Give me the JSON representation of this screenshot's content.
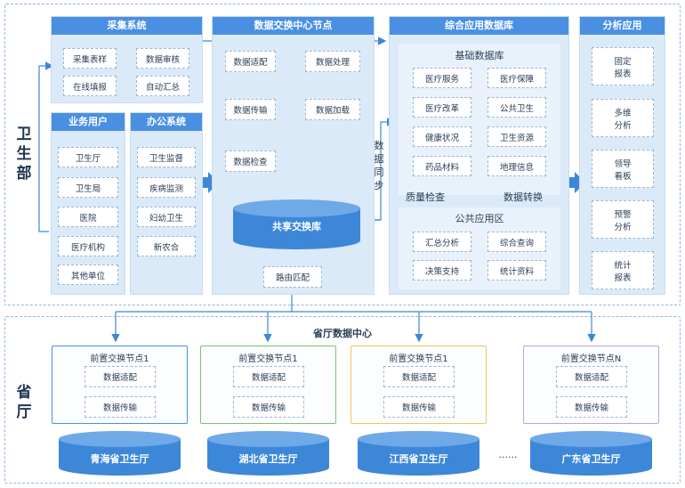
{
  "ministry": {
    "side_label": "卫生部",
    "collection": {
      "title": "采集系统",
      "items": [
        "采集表样",
        "数据审核",
        "在线填报",
        "自动汇总"
      ]
    },
    "users": {
      "title": "业务用户",
      "items": [
        "卫生厅",
        "卫生局",
        "医院",
        "医疗机构",
        "其他单位"
      ]
    },
    "office": {
      "title": "办公系统",
      "items": [
        "卫生监督",
        "疾病监测",
        "妇幼卫生",
        "新农合"
      ]
    },
    "exchange": {
      "title": "数据交换中心节点",
      "left_steps": [
        "数据适配",
        "数据传输",
        "数据检查"
      ],
      "right_steps": [
        "数据处理",
        "数据加载"
      ],
      "db": "共享交换库",
      "router": "路由匹配"
    },
    "sync_label": "数据同步",
    "database": {
      "title": "综合应用数据库",
      "base": {
        "title": "基础数据库",
        "items": [
          "医疗服务",
          "医疗保障",
          "医疗改革",
          "公共卫生",
          "健康状况",
          "卫生资源",
          "药品材料",
          "地理信息"
        ]
      },
      "quality_check": "质量检查",
      "convert": "数据转换",
      "public": {
        "title": "公共应用区",
        "items": [
          "汇总分析",
          "综合查询",
          "决策支持",
          "统计资料"
        ]
      }
    },
    "analysis": {
      "title": "分析应用",
      "items": [
        "固定报表",
        "多维分析",
        "领导看板",
        "预警分析",
        "统计报表"
      ]
    }
  },
  "province": {
    "side_label": "省厅",
    "center_title": "省厅数据中心",
    "nodes": [
      {
        "title": "前置交换节点1",
        "steps": [
          "数据适配",
          "数据传输"
        ],
        "db": "青海省卫生厅",
        "color": "#4a90e2"
      },
      {
        "title": "前置交换节点1",
        "steps": [
          "数据适配",
          "数据传输"
        ],
        "db": "湖北省卫生厅",
        "color": "#7cc36b"
      },
      {
        "title": "前置交换节点1",
        "steps": [
          "数据适配",
          "数据传输"
        ],
        "db": "江西省卫生厅",
        "color": "#f0c75e"
      },
      {
        "title": "前置交换节点N",
        "steps": [
          "数据适配",
          "数据传输"
        ],
        "db": "广东省卫生厅",
        "color": "#b7a6e0"
      }
    ],
    "ellipsis": "......"
  },
  "colors": {
    "header": "#4a90e2",
    "panel": "#dbeaf8",
    "arrow": "#3d87d9",
    "cylinder": "#3d87d9"
  }
}
